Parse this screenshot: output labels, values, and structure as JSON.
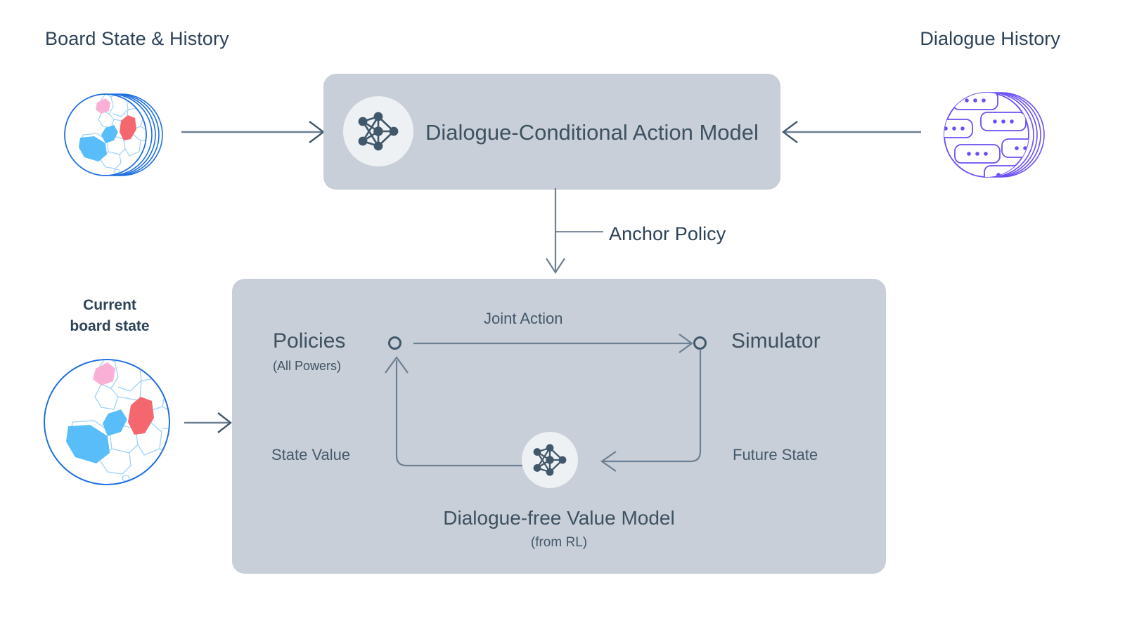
{
  "diagram": {
    "title_left": "Board State & History",
    "title_right": "Dialogue History",
    "current_board_state_line1": "Current",
    "current_board_state_line2": "board state",
    "top_model": {
      "label": "Dialogue-Conditional Action Model",
      "icon": "neural-network-icon"
    },
    "anchor_policy_label": "Anchor Policy",
    "search_box": {
      "policies_label": "Policies",
      "policies_sub": "(All Powers)",
      "simulator_label": "Simulator",
      "joint_action_label": "Joint Action",
      "state_value_label": "State Value",
      "future_state_label": "Future State",
      "value_model_label": "Dialogue-free Value Model",
      "value_model_sub": "(from RL)"
    },
    "icons": {
      "board_state_history": "map-stack-icon",
      "current_board": "map-circle-icon",
      "dialogue_history": "chat-bubbles-stack-icon"
    },
    "colors": {
      "panel": "#c8cfd8",
      "text": "#2c4257",
      "arrow": "#6d7f92",
      "map_blue": "#58bdf8",
      "map_red": "#f4676f",
      "map_pink": "#f9afd6",
      "map_outline": "#1f6fe0",
      "dialogue_purple": "#6b4ff5",
      "badge": "#eef1f4",
      "node": "#41586b"
    }
  }
}
